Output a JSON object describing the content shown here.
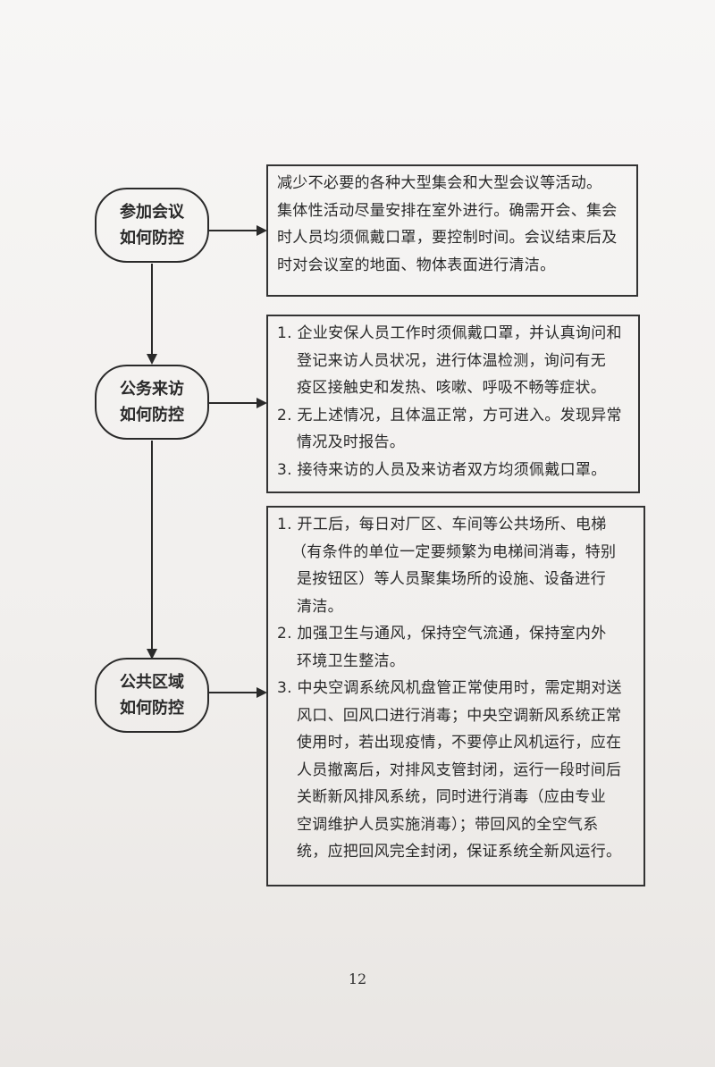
{
  "nodes": [
    {
      "line1": "参加会议",
      "line2": "如何防控"
    },
    {
      "line1": "公务来访",
      "line2": "如何防控"
    },
    {
      "line1": "公共区域",
      "line2": "如何防控"
    }
  ],
  "boxes": [
    {
      "lines": [
        "减少不必要的各种大型集会和大型会议等活动。",
        "集体性活动尽量安排在室外进行。确需开会、集会",
        "时人员均须佩戴口罩，要控制时间。会议结束后及",
        "时对会议室的地面、物体表面进行清洁。"
      ]
    },
    {
      "lines": [
        "1. 企业安保人员工作时须佩戴口罩，并认真询问和",
        "登记来访人员状况，进行体温检测，询问有无",
        "疫区接触史和发热、咳嗽、呼吸不畅等症状。",
        "2. 无上述情况，且体温正常，方可进入。发现异常",
        "情况及时报告。",
        "3. 接待来访的人员及来访者双方均须佩戴口罩。"
      ]
    },
    {
      "lines": [
        "1. 开工后，每日对厂区、车间等公共场所、电梯",
        "（有条件的单位一定要频繁为电梯间消毒，特别",
        "是按钮区）等人员聚集场所的设施、设备进行",
        "清洁。",
        "2. 加强卫生与通风，保持空气流通，保持室内外",
        "环境卫生整洁。",
        "3. 中央空调系统风机盘管正常使用时，需定期对送",
        "风口、回风口进行消毒；中央空调新风系统正常",
        "使用时，若出现疫情，不要停止风机运行，应在",
        "人员撤离后，对排风支管封闭，运行一段时间后",
        "关断新风排风系统，同时进行消毒（应由专业",
        "空调维护人员实施消毒）；带回风的全空气系",
        "统，应把回风完全封闭，保证系统全新风运行。"
      ]
    }
  ],
  "page_number": "12"
}
